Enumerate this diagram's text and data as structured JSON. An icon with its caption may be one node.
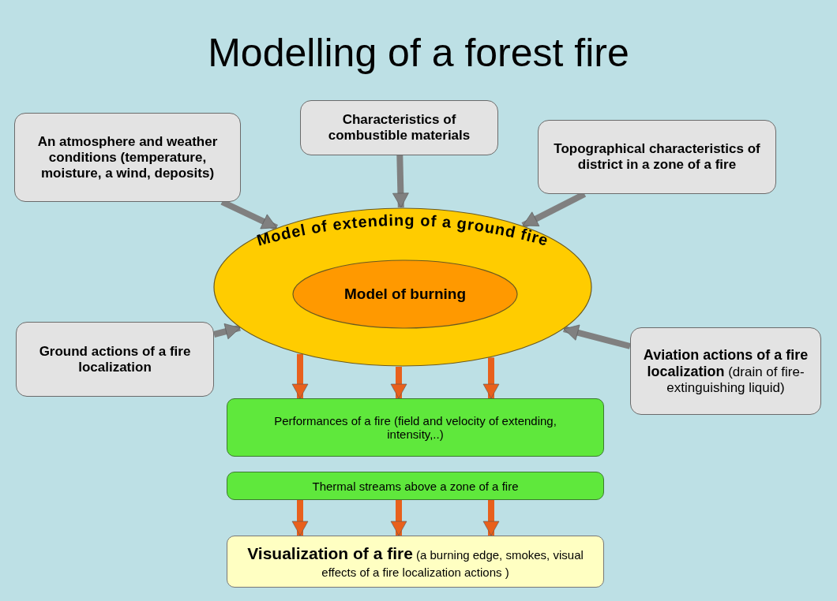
{
  "diagram": {
    "title": "Modelling of a forest fire",
    "nodes": [
      {
        "text": [
          "An atmosphere and weather conditions (temperature, moisture, a wind, deposits)"
        ]
      },
      {
        "text": [
          "Characteristics of combustible materials"
        ]
      },
      {
        "text": [
          "Topographical characteristics of district in a zone of a fire"
        ]
      },
      {
        "text": [
          "Model of extending of a ground fire"
        ]
      },
      {
        "text": [
          "Model of burning"
        ],
        "in": 3
      },
      {
        "text": [
          "Ground actions of a fire localization"
        ]
      },
      {
        "text": [
          "**Aviation actions of a fire localization** (drain of fire-extinguishing liquid)"
        ]
      },
      {
        "text": [
          "Performances of a fire (field and velocity of extending, intensity,..)"
        ]
      },
      {
        "text": [
          "Thermal streams above a zone of a fire"
        ]
      },
      {
        "text": [
          "**Visualization of a fire** (a burning edge, smokes, visual effects of a fire localization actions )"
        ]
      }
    ],
    "edges": [
      {
        "from": 0,
        "to": 3,
        "arrow": "to",
        "color": "#808080"
      },
      {
        "from": 1,
        "to": 3,
        "arrow": "to",
        "color": "#808080"
      },
      {
        "from": 2,
        "to": 3,
        "arrow": "to",
        "color": "#808080"
      },
      {
        "from": 5,
        "to": 3,
        "arrow": "to",
        "color": "#808080"
      },
      {
        "from": 6,
        "to": 3,
        "arrow": "to",
        "color": "#808080"
      },
      {
        "from": 3,
        "to": 7,
        "arrow": "to"
      },
      {
        "from": 3,
        "to": 7,
        "arrow": "to"
      },
      {
        "from": 3,
        "to": 7,
        "arrow": "to"
      },
      {
        "from": 8,
        "to": 9,
        "arrow": "to"
      },
      {
        "from": 8,
        "to": 9,
        "arrow": "to"
      },
      {
        "from": 8,
        "to": 9,
        "arrow": "to"
      }
    ]
  }
}
